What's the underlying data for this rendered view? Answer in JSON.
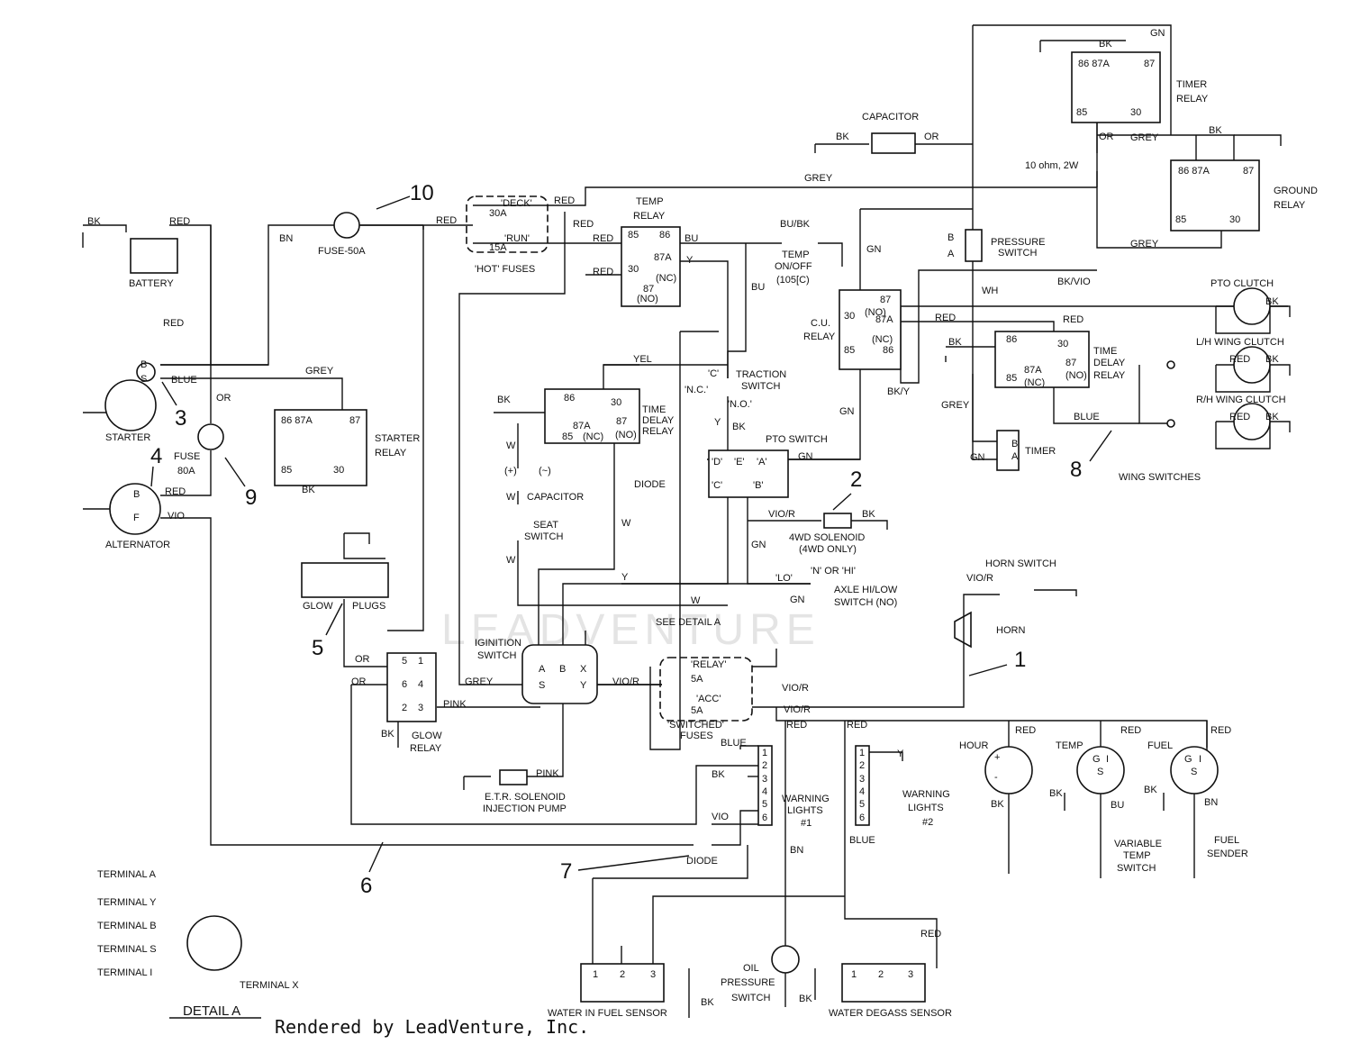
{
  "components": {
    "battery": "BATTERY",
    "starter": "STARTER",
    "alternator": "ALTERNATOR",
    "fuse50": "FUSE-50A",
    "fuse80a": "FUSE",
    "fuse80b": "80A",
    "deck": "'DECK'",
    "a30": "30A",
    "run": "'RUN'",
    "a15": "15A",
    "hotfuses": "'HOT' FUSES",
    "temprelay1": "TEMP",
    "temprelay2": "RELAY",
    "tempsw1": "TEMP",
    "tempsw2": "ON/OFF",
    "tempsw3": "(105[C)",
    "capacitor_top": "CAPACITOR",
    "ohm": "10 ohm, 2W",
    "timer1": "TIMER",
    "timer2": "RELAY",
    "ground1": "GROUND",
    "ground2": "RELAY",
    "press1": "PRESSURE",
    "press2": "SWITCH",
    "cu1": "C.U.",
    "cu2": "RELAY",
    "pto": "PTO CLUTCH",
    "lh": "L/H WING CLUTCH",
    "rh": "R/H WING CLUTCH",
    "tdr1": "TIME",
    "tdr2": "DELAY",
    "tdr3": "RELAY",
    "timer": "TIMER",
    "wing": "WING SWITCHES",
    "trac1": "TRACTION",
    "trac2": "SWITCH",
    "ptosw": "PTO SWITCH",
    "wd1": "4WD SOLENOID",
    "wd2": "(4WD ONLY)",
    "axle1": "AXLE HI/LOW",
    "axle2": "SWITCH (NO)",
    "hornsw": "HORN SWITCH",
    "horn": "HORN",
    "starter1": "STARTER",
    "starter2": "RELAY",
    "tdl1": "TIME",
    "tdl2": "DELAY",
    "tdl3": "RELAY",
    "cap": "CAPACITOR",
    "seat1": "SEAT",
    "seat2": "SWITCH",
    "diode": "DIODE",
    "glow": "GLOW",
    "plugs": "PLUGS",
    "seedetail": "SEE DETAIL A",
    "ign1": "IGINITION",
    "ign2": "SWITCH",
    "relay5": "'RELAY'",
    "a5a": "5A",
    "acc": "'ACC'",
    "a5b": "5A",
    "sw1": "'SWITCHED'",
    "sw2": "FUSES",
    "gr1": "GLOW",
    "gr2": "RELAY",
    "etr1": "E.T.R. SOLENOID",
    "etr2": "INJECTION PUMP",
    "wl1a": "WARNING",
    "wl1b": "LIGHTS",
    "wl1c": "#1",
    "wl2a": "WARNING",
    "wl2b": "LIGHTS",
    "wl2c": "#2",
    "hour": "HOUR",
    "tempg": "TEMP",
    "fuelg": "FUEL",
    "vt1": "VARIABLE",
    "vt2": "TEMP",
    "vt3": "SWITCH",
    "fs1": "FUEL",
    "fs2": "SENDER",
    "diode2": "DIODE",
    "oil1": "OIL",
    "oil2": "PRESSURE",
    "oil3": "SWITCH",
    "wif": "WATER IN FUEL SENSOR",
    "wdg": "WATER DEGASS SENSOR",
    "ta": "TERMINAL A",
    "ty": "TERMINAL Y",
    "tbt": "TERMINAL B",
    "tst": "TERMINAL S",
    "ti": "TERMINAL I",
    "tx": "TERMINAL X",
    "detail": "DETAIL A"
  },
  "wires": {
    "bk": "BK",
    "red": "RED",
    "bn": "BN",
    "blue": "BLUE",
    "or": "OR",
    "vio": "VIO",
    "grey": "GREY",
    "gn": "GN",
    "wh": "WH",
    "y": "Y",
    "w": "W",
    "yel": "YEL",
    "bu": "BU",
    "bubk": "BU/BK",
    "bkvio": "BK/VIO",
    "bky": "BK/Y",
    "vior": "VIO/R",
    "pink": "PINK"
  },
  "pins": {
    "p86": "86",
    "p87a": "87A",
    "p87": "87",
    "p85": "85",
    "p30": "30",
    "nc": "(NC)",
    "no": "(NO)",
    "p86_87a": "86 87A",
    "B": "B",
    "A": "A",
    "S": "S",
    "F": "F",
    "X": "X",
    "Y": "Y",
    "G": "G",
    "I": "I",
    "nc2": "'N.C.'",
    "no2": "'N.O.'",
    "c": "'C'",
    "D": "'D'",
    "E": "'E'",
    "Aq": "'A'",
    "Cq": "'C'",
    "Bq": "'B'",
    "lo": "'LO'",
    "nhi": "'N' OR 'HI'",
    "plus": "+",
    "minus": "-",
    "capp": "(+)",
    "capm": "(~)",
    "n1": "1",
    "n2": "2",
    "n3": "3",
    "n4": "4",
    "n5": "5",
    "n6": "6"
  },
  "callouts": [
    "1",
    "2",
    "3",
    "4",
    "5",
    "6",
    "7",
    "8",
    "9",
    "10"
  ],
  "watermark": "LEADVENTURE",
  "credit": "Rendered by LeadVenture, Inc."
}
